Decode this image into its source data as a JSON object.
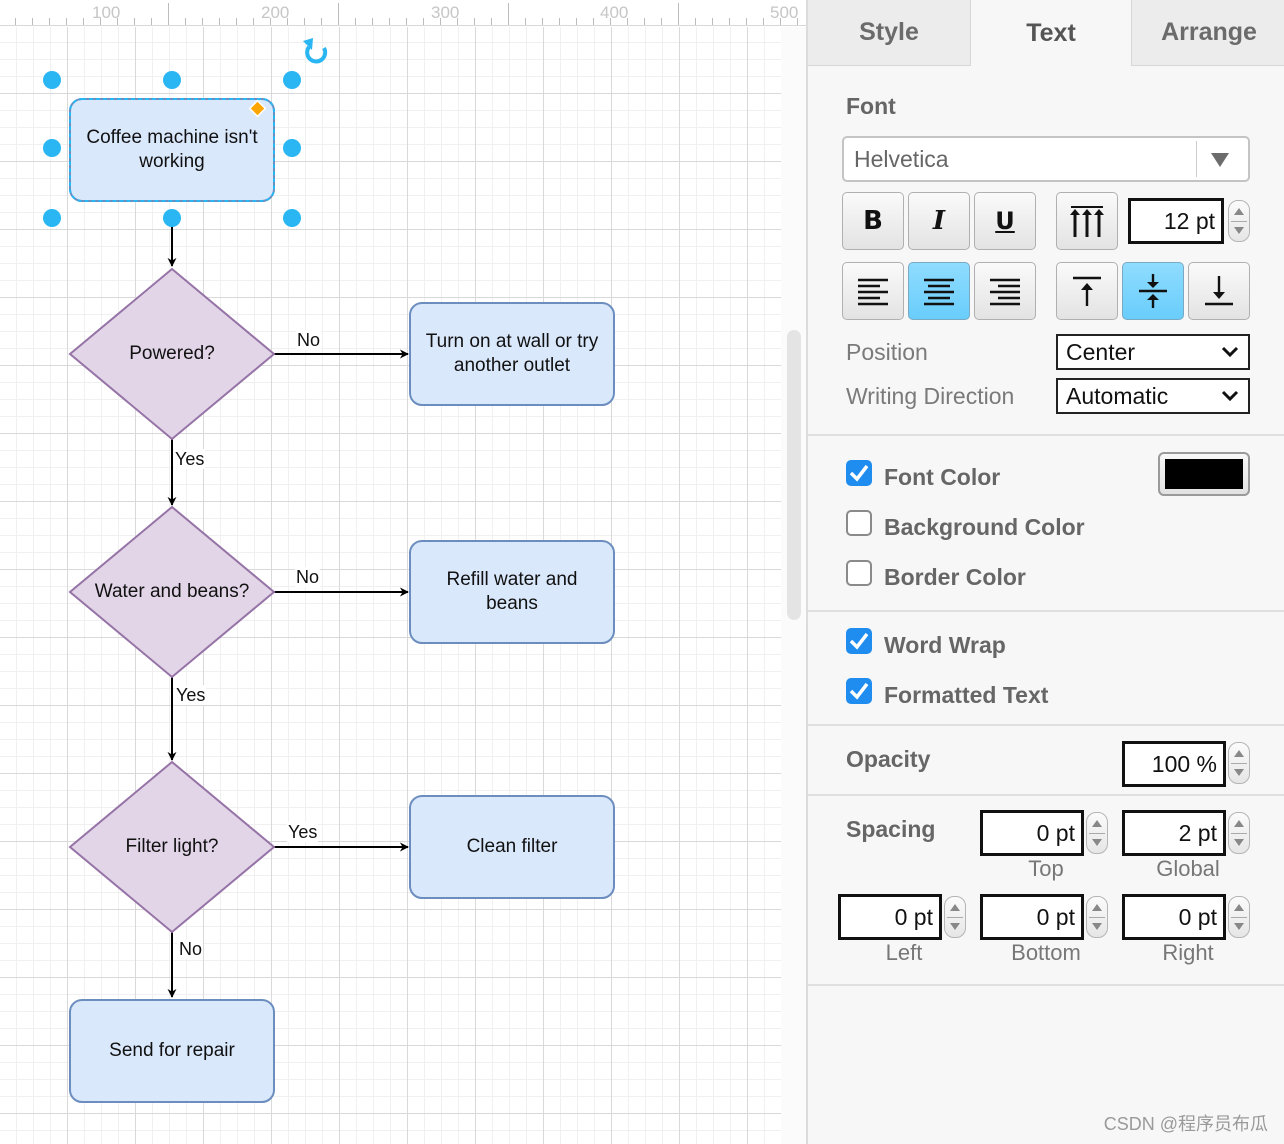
{
  "ruler": {
    "labels": [
      "100",
      "200",
      "300",
      "400",
      "500"
    ]
  },
  "diagram": {
    "nodes": {
      "start": "Coffee machine isn't working",
      "powered": "Powered?",
      "outlet": "Turn on at wall or try another outlet",
      "water": "Water and beans?",
      "refill": "Refill water and beans",
      "filter": "Filter light?",
      "clean": "Clean filter",
      "repair": "Send for repair"
    },
    "edges": {
      "powered_no": "No",
      "powered_yes": "Yes",
      "water_no": "No",
      "water_yes": "Yes",
      "filter_yes": "Yes",
      "filter_no": "No"
    },
    "colors": {
      "process_fill": "#dae8fc",
      "process_stroke": "#6c8ebf",
      "decision_fill": "#e1d5e7",
      "decision_stroke": "#9673a6",
      "handle": "#29b6f2",
      "anchor": "#ffa500"
    }
  },
  "panel": {
    "tabs": [
      "Style",
      "Text",
      "Arrange"
    ],
    "active_tab": "Text",
    "font": {
      "title": "Font",
      "family": "Helvetica",
      "bold": "B",
      "italic": "I",
      "underline": "U",
      "size": "12 pt"
    },
    "position": {
      "label": "Position",
      "value": "Center"
    },
    "writing_direction": {
      "label": "Writing Direction",
      "value": "Automatic"
    },
    "font_color": {
      "label": "Font Color",
      "checked": true,
      "swatch": "#000000"
    },
    "background_color": {
      "label": "Background Color",
      "checked": false
    },
    "border_color": {
      "label": "Border Color",
      "checked": false
    },
    "word_wrap": {
      "label": "Word Wrap",
      "checked": true
    },
    "formatted_text": {
      "label": "Formatted Text",
      "checked": true
    },
    "opacity": {
      "label": "Opacity",
      "value": "100 %"
    },
    "spacing": {
      "label": "Spacing",
      "top": {
        "value": "0 pt",
        "caption": "Top"
      },
      "global": {
        "value": "2 pt",
        "caption": "Global"
      },
      "left": {
        "value": "0 pt",
        "caption": "Left"
      },
      "bottom": {
        "value": "0 pt",
        "caption": "Bottom"
      },
      "right": {
        "value": "0 pt",
        "caption": "Right"
      }
    }
  },
  "watermark": "CSDN @程序员布瓜"
}
